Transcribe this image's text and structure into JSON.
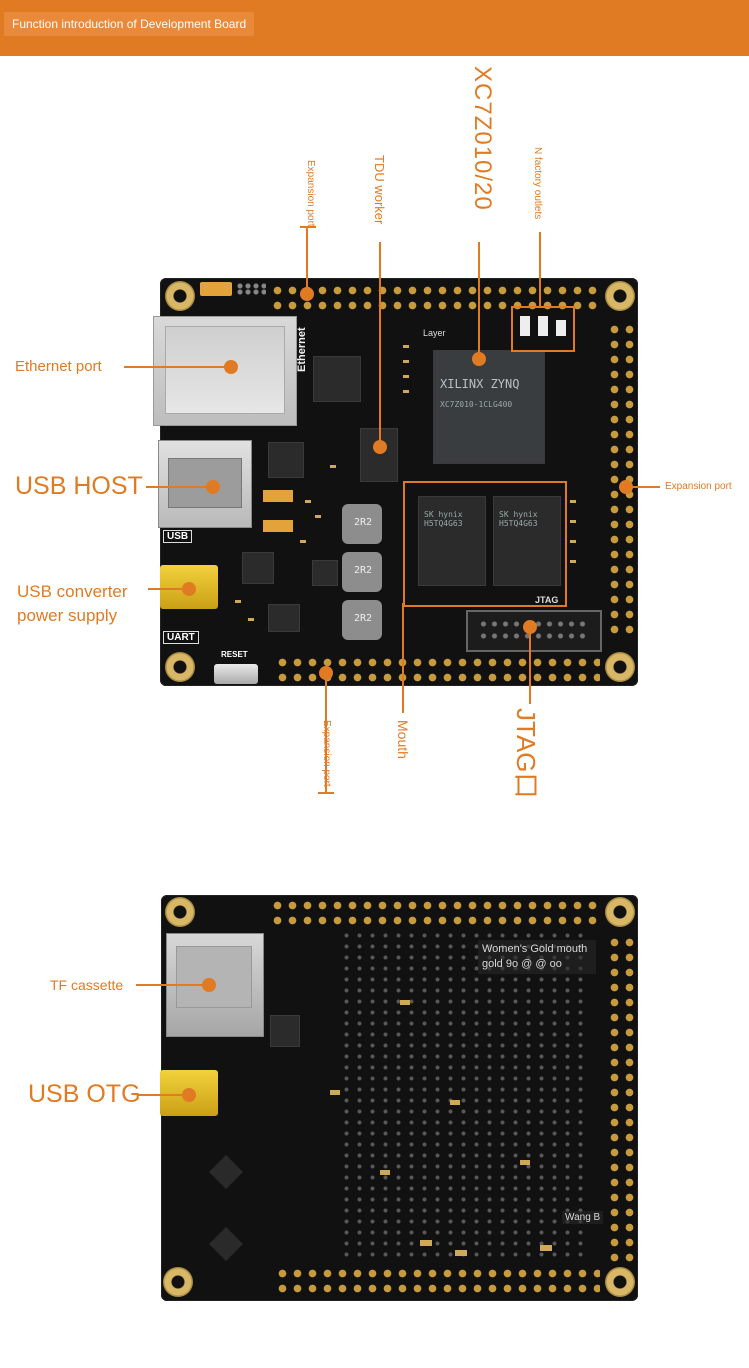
{
  "header": {
    "title": "Function introduction of Development Board"
  },
  "labels": {
    "expansion_top": "Expansion port",
    "tdu": "TDU worker",
    "chip_model": "XC7Z010/20",
    "n_factory": "N factory outlets",
    "ethernet": "Ethernet port",
    "usb_host": "USB HOST",
    "expansion_right": "Expansion port",
    "usb_converter": "USB converter power supply",
    "expansion_bottom": "Expansion port",
    "mouth": "Mouth",
    "jtag": "JTAG口",
    "tf": "TF cassette",
    "usb_otg": "USB OTG",
    "womens_gold": "Women's Gold mouth gold 9o @ @ oo",
    "wang_b": "Wang B",
    "layer": "Layer"
  },
  "board": {
    "usb_tag": "USB",
    "uart_tag": "UART",
    "reset_tag": "RESET",
    "ethernet_tag": "Ethernet",
    "jtag_tag": "JTAG",
    "pcb_color": "#111111",
    "accent": "#e07b24"
  },
  "chips": {
    "zynq_brand": "XILINX ZYNQ",
    "zynq_line1": "XC7Z010-1CLG400",
    "ddr_left": "SK hynix H5TQ4G63",
    "ddr_right": "SK hynix H5TQ4G63",
    "inductor1": "2R2",
    "inductor2": "2R2",
    "inductor3": "2R2"
  }
}
